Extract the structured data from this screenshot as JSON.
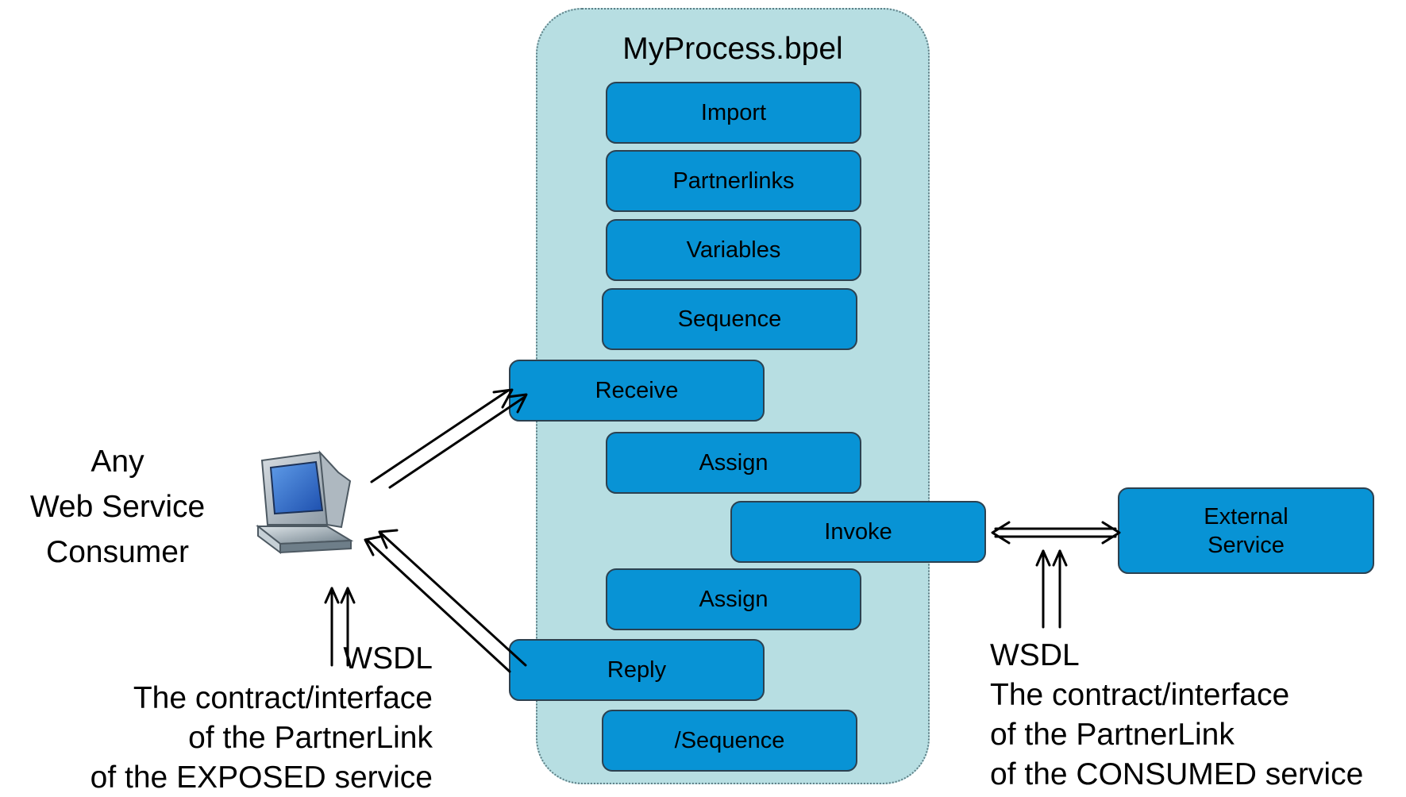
{
  "diagram": {
    "process_title": "MyProcess.bpel",
    "steps": {
      "import": "Import",
      "partnerlinks": "Partnerlinks",
      "variables": "Variables",
      "sequence": "Sequence",
      "receive": "Receive",
      "assign1": "Assign",
      "invoke": "Invoke",
      "assign2": "Assign",
      "reply": "Reply",
      "end_sequence": "/Sequence"
    },
    "external_service": [
      "External",
      "Service"
    ],
    "consumer_label": [
      "Any",
      "Web Service",
      "Consumer"
    ],
    "exposed_wsdl": [
      "WSDL",
      "The contract/interface",
      "of the PartnerLink",
      "of the EXPOSED service"
    ],
    "consumed_wsdl": [
      "WSDL",
      "The contract/interface",
      "of the PartnerLink",
      "of the CONSUMED service"
    ],
    "icons": {
      "consumer": "computer-icon"
    },
    "colors": {
      "process_background": "#b7dee2",
      "step_fill": "#0893d5",
      "step_border": "#2c4150",
      "arrow": "#000000"
    }
  }
}
